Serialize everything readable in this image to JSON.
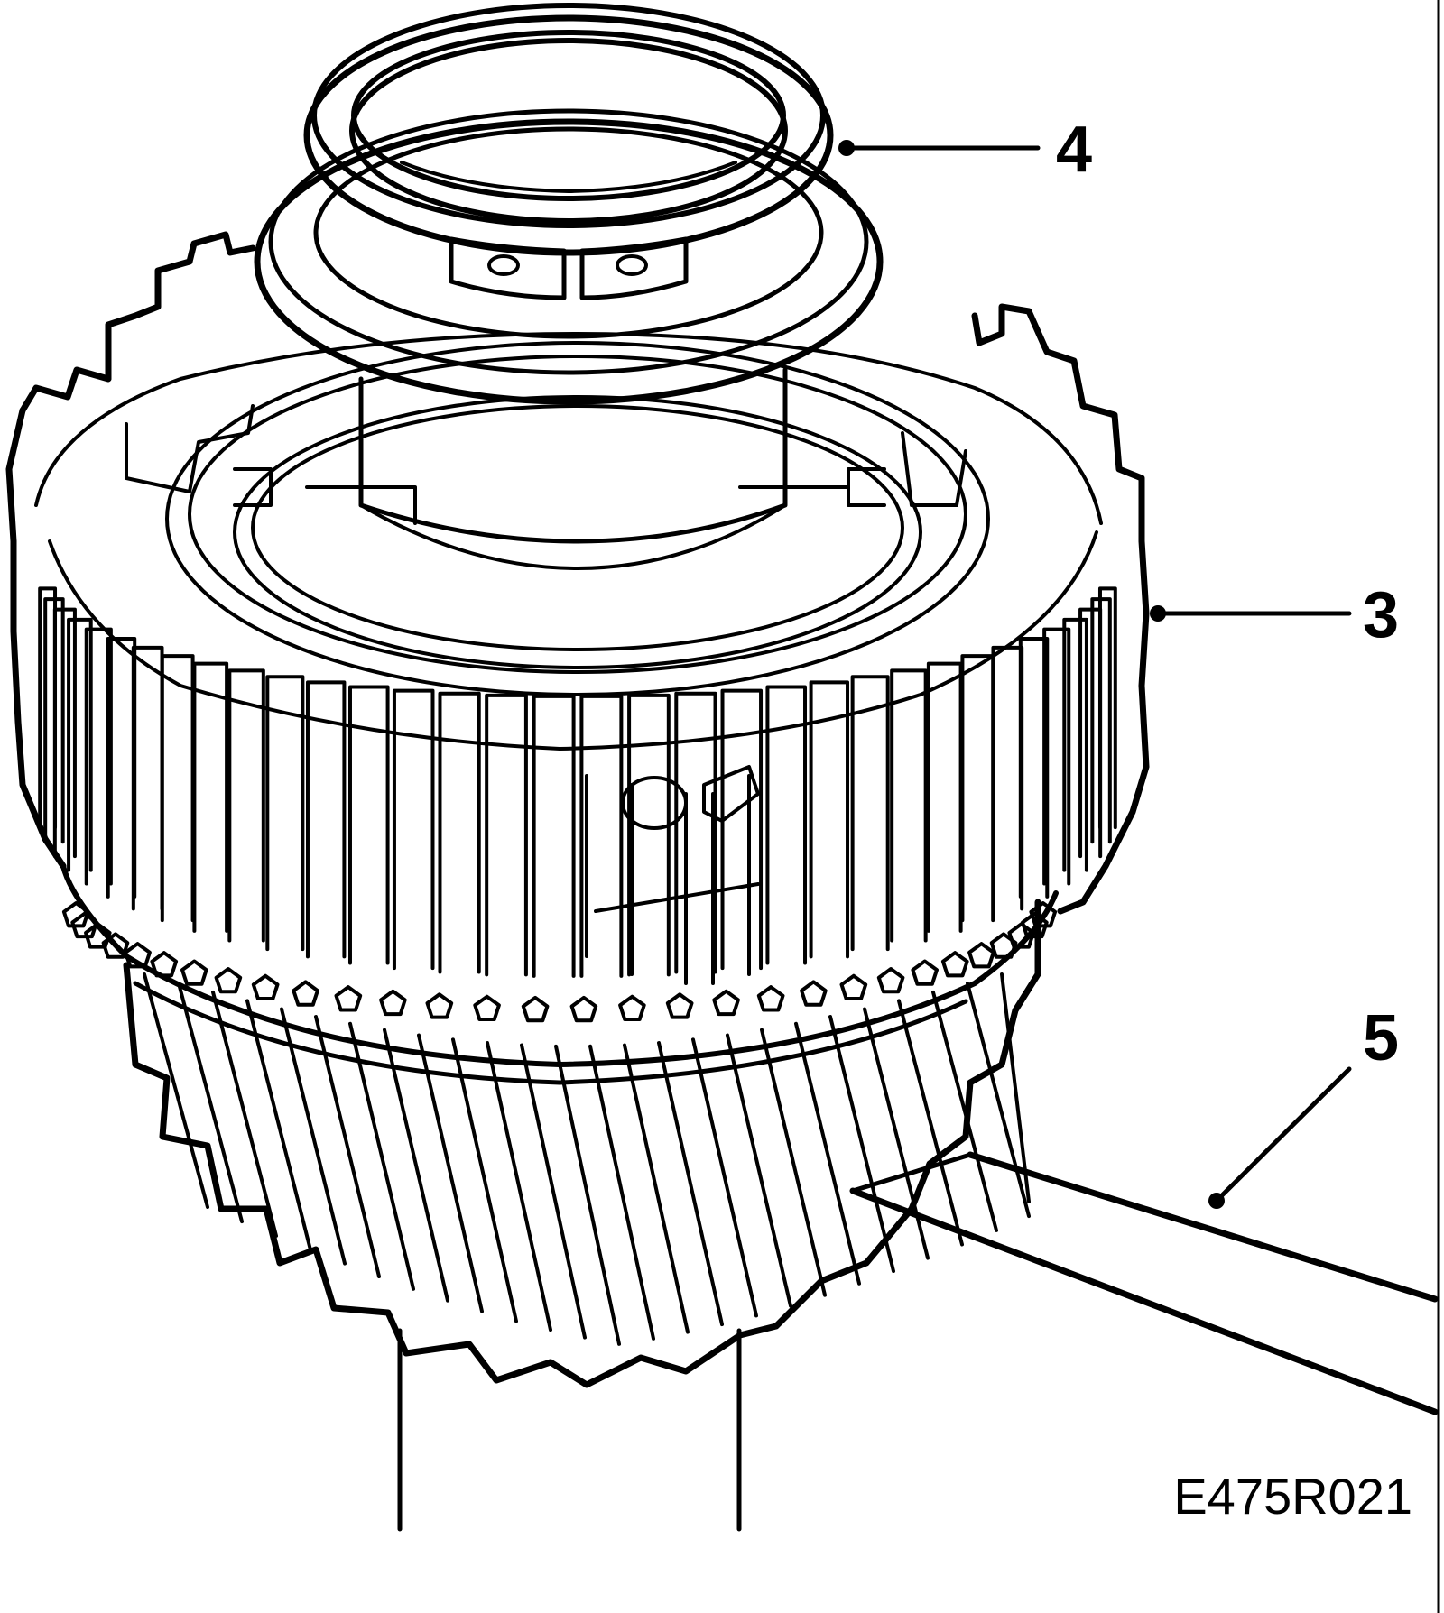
{
  "diagram": {
    "callouts": [
      {
        "id": "4",
        "label": "4"
      },
      {
        "id": "3",
        "label": "3"
      },
      {
        "id": "5",
        "label": "5"
      }
    ],
    "reference_code": "E475R021",
    "colors": {
      "line": "#000000",
      "background": "#ffffff"
    }
  }
}
